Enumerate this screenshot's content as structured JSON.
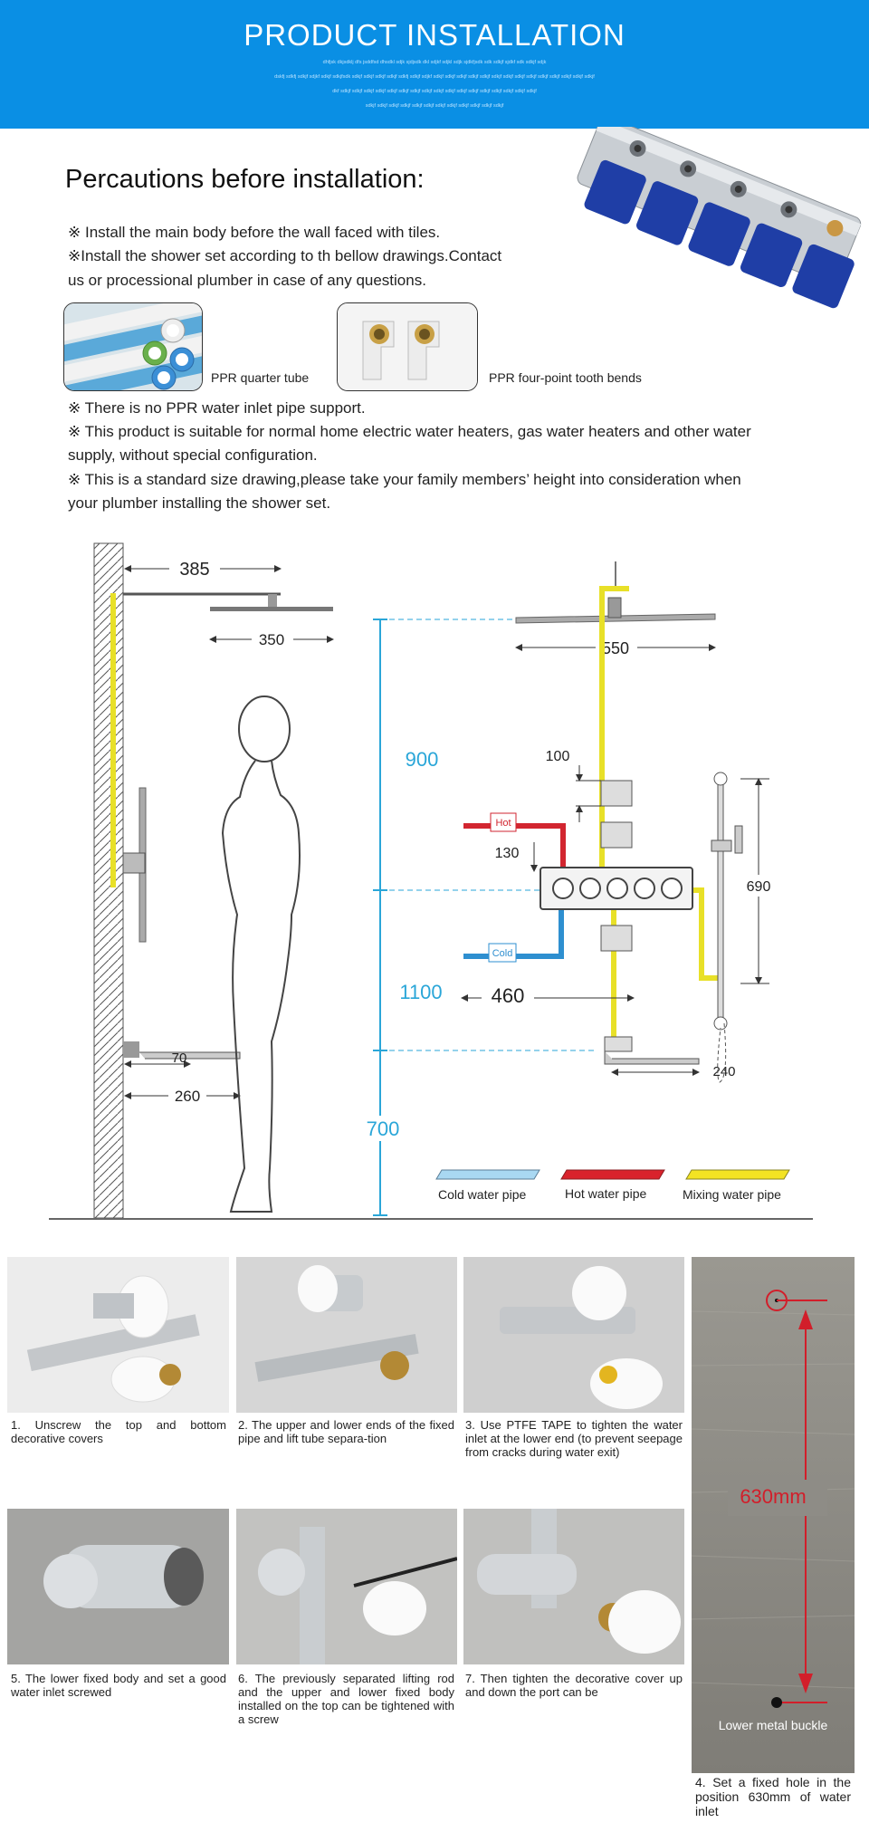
{
  "banner": {
    "title": "PRODUCT INSTALLATION",
    "fine_lines": [
      "dhfjsk dkjsdklj dfs jsddfsd dhsdkl sdjk sjdjsdk dkl sdjkf sdjkl sdjk sjdkfjsdk sdk sdkjf sjdkf sdk sdkjf sdjk",
      "dskfj sdkfj sdkjf sdjkf sdkjf sdkjfsdk sdkjf sdkjf sdkjf sdkjf sdkfj sdkjf sdjkf sdkjf sdkjf sdkjf sdkjf sdkjf sdkjf sdkjf sdkjf sdkjf sdkjf sdkjf sdkjf sdkjf sdkjf",
      "dkf sdkjf sdkjf sdkjf sdkjf sdkjf sdkjf sdkjf sdkjf sdkjf sdkjf sdkjf sdkjf sdkjf sdkjf sdkjf sdkjf sdkjf",
      "sdkjf sdkjf sdkjf sdkjf sdkjf sdkjf sdkjf sdkjf sdkjf sdkjf sdkjf sdkjf"
    ]
  },
  "precautions": {
    "heading": "Percautions before installation:",
    "notes_top": [
      "※ Install the main body before the wall faced with tiles.",
      "※Install the shower set according to th bellow drawings.Contact",
      "us or processional plumber in case of any questions."
    ],
    "items": [
      {
        "label": "PPR quarter tube"
      },
      {
        "label": "PPR four-point tooth bends"
      }
    ],
    "notes_bottom": [
      "※ There is no PPR water inlet pipe support.",
      "※ This product is suitable for normal home electric water heaters, gas water heaters and other water",
      "supply, without special configuration.",
      "※ This is a standard size drawing,please take your family members’ height into consideration when",
      "your plumber installing the shower set."
    ]
  },
  "diagram": {
    "dims": {
      "d385": "385",
      "d350": "350",
      "d70": "70",
      "d260": "260",
      "d550": "550",
      "d100": "100",
      "d130": "130",
      "d690": "690",
      "d460": "460",
      "d240": "240",
      "d900": "900",
      "d1100": "1100",
      "d700": "700"
    },
    "labels": {
      "hot": "Hot",
      "cold": "Cold"
    },
    "legend": [
      {
        "label": "Cold water pipe",
        "color": "#a9d8f2"
      },
      {
        "label": "Hot water pipe",
        "color": "#d9222c"
      },
      {
        "label": "Mixing water pipe",
        "color": "#f3e323"
      }
    ],
    "colors": {
      "cyan": "#2aa6d8",
      "hot": "#d22630",
      "cold": "#2e8fd0",
      "mix": "#e8e028"
    }
  },
  "steps": [
    {
      "caption": "1. Unscrew the top and bottom decorative covers"
    },
    {
      "caption": "2. The upper and lower ends of the fixed pipe and lift tube separa-tion"
    },
    {
      "caption": "3. Use PTFE TAPE to tighten the water inlet at the lower end (to prevent seepage from cracks during water exit)"
    },
    {
      "caption": "5. The lower fixed body and set a good water inlet screwed"
    },
    {
      "caption": "6. The previously separated lifting rod and the upper and lower fixed body installed on the top can be tightened with a screw"
    },
    {
      "caption": "7. Then tighten the decorative cover up and down the port can be"
    }
  ],
  "wall_panel": {
    "measure": "630mm",
    "bottom_label": "Lower metal buckle",
    "caption": "4. Set a fixed hole in the position 630mm of water inlet"
  }
}
